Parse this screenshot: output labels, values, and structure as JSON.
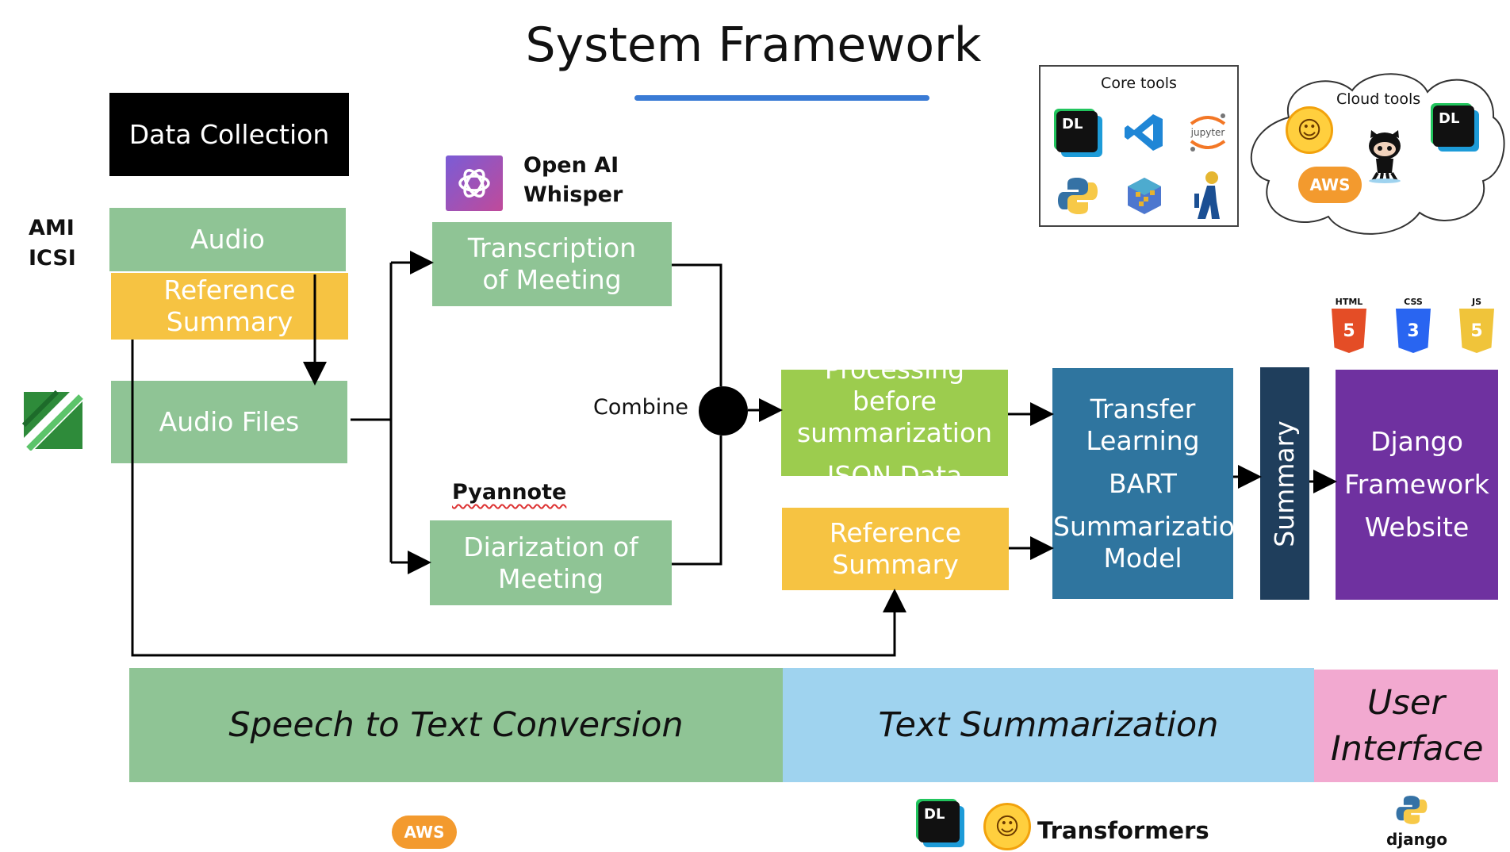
{
  "title": "System Framework",
  "data_collection": "Data Collection",
  "datasets": [
    "AMI",
    "ICSI"
  ],
  "audio": "Audio",
  "reference_summary_left": "Reference Summary",
  "audio_files": "Audio Files",
  "openai_label": "Open AI Whisper",
  "transcription": "Transcription of Meeting",
  "pyannote_label": "Pyannote",
  "diarization": "Diarization of Meeting",
  "combine": "Combine",
  "processing_line1": "Processing before summarization",
  "processing_line2": "JSON Data",
  "reference_summary_mid": "Reference Summary",
  "model_line1": "Transfer Learning",
  "model_line2": "BART",
  "model_line3": "Summarization Model",
  "summary": "Summary",
  "website_line1": "Django",
  "website_line2": "Framework",
  "website_line3": "Website",
  "core_tools": {
    "label": "Core tools",
    "icons": [
      "datalore-icon",
      "vscode-icon",
      "jupyter-icon",
      "python-icon",
      "numpy-icon",
      "pandas-icon"
    ],
    "jupyter_text": "jupyter"
  },
  "cloud_tools": {
    "label": "Cloud tools",
    "icons": [
      "huggingface-icon",
      "datalore-icon",
      "github-octocat-icon",
      "aws-icon"
    ],
    "aws_text": "AWS"
  },
  "web_badges": [
    "HTML",
    "CSS",
    "JS"
  ],
  "web_badge_numbers": [
    "5",
    "3",
    "5"
  ],
  "bands": {
    "speech": "Speech to Text Conversion",
    "text": "Text Summarization",
    "ui": "User Interface"
  },
  "bottom_aws": "AWS",
  "bottom_transformers": "Transformers",
  "bottom_django": "django",
  "dl_text": "DL",
  "colors": {
    "green": "#8fc495",
    "yellow": "#f6c342",
    "light_green": "#9ccc4e",
    "blue": "#2f759f",
    "navy": "#1f3e5c",
    "purple": "#6f31a0",
    "light_blue": "#9fd3ef",
    "pink": "#f2a9d0"
  }
}
